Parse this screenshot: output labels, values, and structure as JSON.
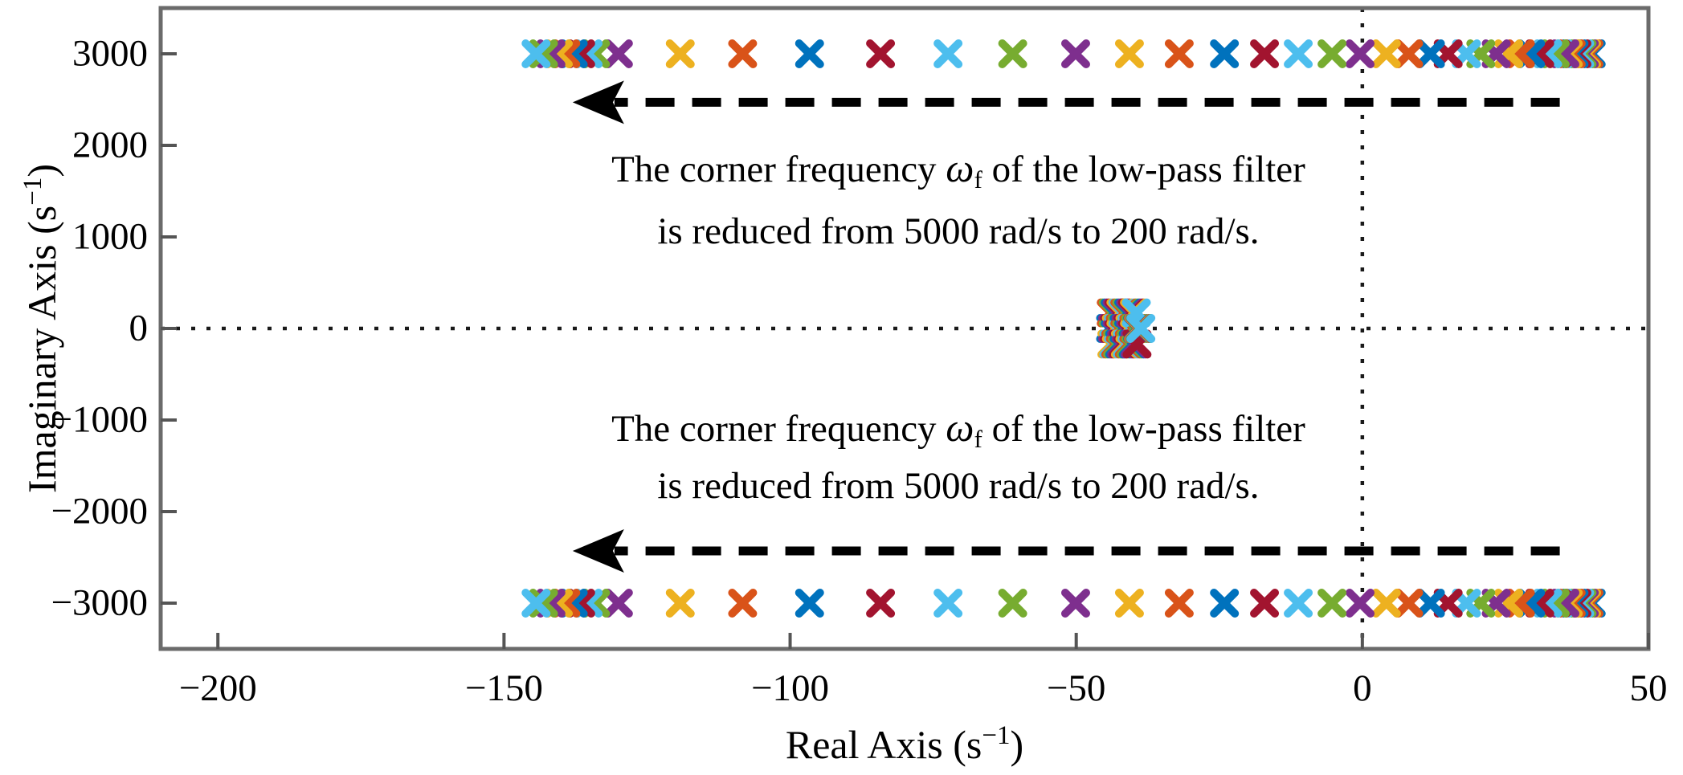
{
  "figure": {
    "xlabel_parts": {
      "prefix": "Real Axis (s",
      "sup": "−1",
      "suffix": ")"
    },
    "ylabel_parts": {
      "prefix": "Imaginary Axis (s",
      "sup": "−1",
      "suffix": ")"
    }
  },
  "chart_data": {
    "type": "scatter",
    "title": "",
    "xlabel": "Real Axis (s^-1)",
    "ylabel": "Imaginary Axis (s^-1)",
    "xlim": [
      -210,
      50
    ],
    "ylim": [
      -3500,
      3500
    ],
    "xticks": [
      -200,
      -150,
      -100,
      -50,
      0,
      50
    ],
    "yticks": [
      3000,
      2000,
      1000,
      0,
      -1000,
      -2000,
      -3000
    ],
    "grid": false,
    "zero_lines_style": "dotted",
    "frame_color": "#6b6b6b",
    "marker": "x",
    "colors": {
      "blue": "#0072BD",
      "orange": "#D95319",
      "yellow": "#EDB120",
      "purple": "#7E2F8E",
      "green": "#77AC30",
      "cyan": "#4DBEEE",
      "darkred": "#A2142F"
    },
    "color_cycle": [
      "blue",
      "orange",
      "yellow",
      "purple",
      "green",
      "cyan",
      "darkred"
    ],
    "pole_sweep": {
      "description": "Pole locations plotted for successive corner frequencies; colors cycle per frequency step; markers drawn first at the right (5000 rad/s) and last at the left (200 rad/s).",
      "row_im": 3000,
      "re_values": [
        40.0,
        39.6,
        39.2,
        38.8,
        38.4,
        38.0,
        37.5,
        37.0,
        36.5,
        36.0,
        35.4,
        33.7,
        32.4,
        31.0,
        29.4,
        27.6,
        25.6,
        23.4,
        20.7,
        18.2,
        15.0,
        11.9,
        8.1,
        4.2,
        -0.4,
        -5.3,
        -11.2,
        -17.1,
        -24.1,
        -32.0,
        -40.7,
        -50.1,
        -61.1,
        -72.4,
        -84.2,
        -96.6,
        -108.3,
        -119.2,
        -130.0,
        -134.0,
        -135.3,
        -136.6,
        -137.9,
        -139.2,
        -140.5,
        -141.8,
        -143.1,
        -144.4
      ],
      "center_re_range": [
        -44.0,
        -38.7
      ],
      "center_im_jitter": [
        0,
        170,
        -170
      ]
    },
    "annotation_text": {
      "pre": "The corner frequency ",
      "omega": "ω",
      "omega_sub": "f",
      "post": " of the low-pass filter",
      "line2": "is reduced from 5000 rad/s to 200 rad/s."
    },
    "annotations": [
      {
        "re": -70.6,
        "im_line1": 1750,
        "im_line2": 1120
      },
      {
        "re": -70.6,
        "im_line1": -1110,
        "im_line2": -1690
      }
    ],
    "arrows": [
      {
        "im": 2470,
        "re_from": 34.5,
        "re_to": -138.0,
        "style": "dashed",
        "color": "#000000"
      },
      {
        "im": -2430,
        "re_from": 34.5,
        "re_to": -138.0,
        "style": "dashed",
        "color": "#000000"
      }
    ]
  }
}
